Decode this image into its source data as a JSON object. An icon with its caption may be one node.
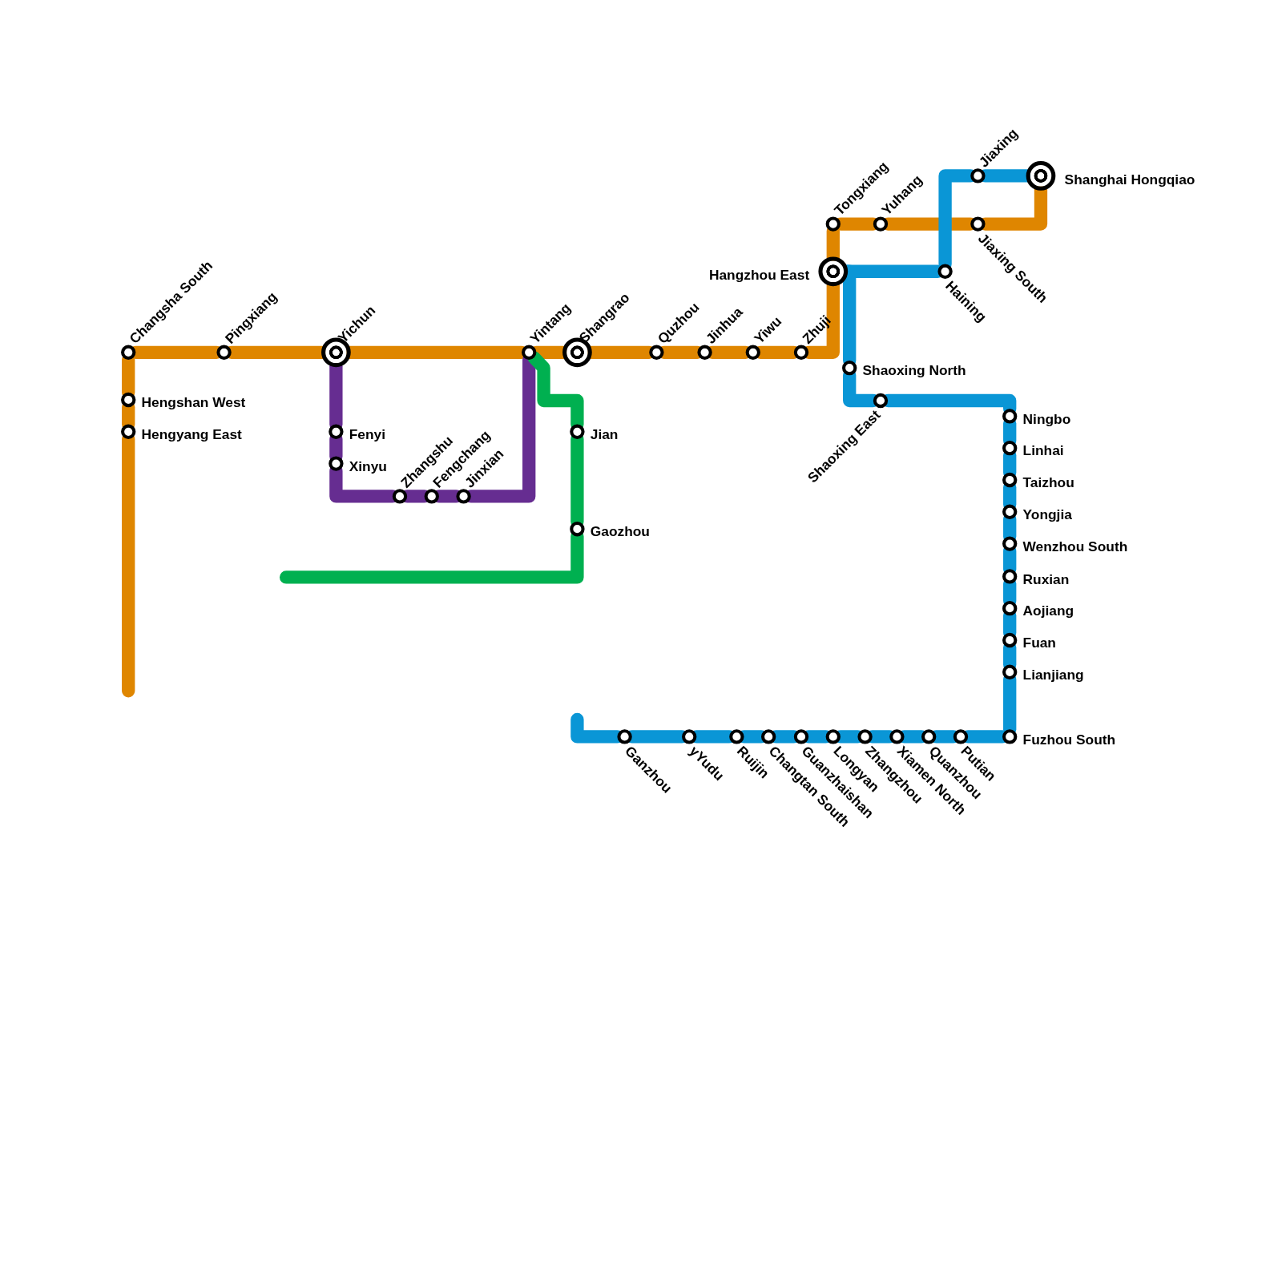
{
  "diagram": {
    "nodes": [
      {
        "text": [
          "Changsha South"
        ]
      },
      {
        "text": [
          "Hengshan West"
        ]
      },
      {
        "text": [
          "Hengyang East"
        ]
      },
      {
        "text": [
          "Pingxiang"
        ]
      },
      {
        "text": [
          "Yichun"
        ]
      },
      {
        "text": [
          "Fenyi"
        ]
      },
      {
        "text": [
          "Xinyu"
        ]
      },
      {
        "text": [
          "Zhangshu"
        ]
      },
      {
        "text": [
          "Fengchang"
        ]
      },
      {
        "text": [
          "Jinxian"
        ]
      },
      {
        "text": [
          "Yintang"
        ]
      },
      {
        "text": [
          "Shangrao"
        ]
      },
      {
        "text": [
          "Jian"
        ]
      },
      {
        "text": [
          "Gaozhou"
        ]
      },
      {
        "text": [
          "Quzhou"
        ]
      },
      {
        "text": [
          "Jinhua"
        ]
      },
      {
        "text": [
          "Yiwu"
        ]
      },
      {
        "text": [
          "Zhuji"
        ]
      },
      {
        "text": [
          "Hangzhou East"
        ]
      },
      {
        "text": [
          "Tongxiang"
        ]
      },
      {
        "text": [
          "Yuhang"
        ]
      },
      {
        "text": [
          "Jiaxing South"
        ]
      },
      {
        "text": [
          "Shanghai Hongqiao"
        ]
      },
      {
        "text": [
          "Shaoxing North"
        ]
      },
      {
        "text": [
          "Shaoxing East"
        ]
      },
      {
        "text": [
          "Haining"
        ]
      },
      {
        "text": [
          "Jiaxing"
        ]
      },
      {
        "text": [
          "Ningbo"
        ]
      },
      {
        "text": [
          "Linhai"
        ]
      },
      {
        "text": [
          "Taizhou"
        ]
      },
      {
        "text": [
          "Yongjia"
        ]
      },
      {
        "text": [
          "Wenzhou South"
        ]
      },
      {
        "text": [
          "Ruxian"
        ]
      },
      {
        "text": [
          "Aojiang"
        ]
      },
      {
        "text": [
          "Fuan"
        ]
      },
      {
        "text": [
          "Lianjiang"
        ]
      },
      {
        "text": [
          "Fuzhou South"
        ]
      },
      {
        "text": [
          "Ganzhou"
        ]
      },
      {
        "text": [
          "yYudu"
        ]
      },
      {
        "text": [
          "Ruijin"
        ]
      },
      {
        "text": [
          "Changtan South"
        ]
      },
      {
        "text": [
          "Guanzhaishan"
        ]
      },
      {
        "text": [
          "Longyan"
        ]
      },
      {
        "text": [
          "Zhangzhou"
        ]
      },
      {
        "text": [
          "Xiamen North"
        ]
      },
      {
        "text": [
          "Quanzhou"
        ]
      },
      {
        "text": [
          "Putian"
        ]
      }
    ],
    "edges": [
      {
        "from": null,
        "to": 2,
        "arrow": "none",
        "color": "#df8600"
      },
      {
        "from": 2,
        "to": 1,
        "arrow": "none",
        "color": "#df8600"
      },
      {
        "from": 1,
        "to": 0,
        "arrow": "none",
        "color": "#df8600"
      },
      {
        "from": 0,
        "to": 3,
        "arrow": "none",
        "color": "#df8600"
      },
      {
        "from": 3,
        "to": 4,
        "arrow": "none",
        "color": "#df8600"
      },
      {
        "from": 4,
        "to": 10,
        "arrow": "none",
        "color": "#df8600"
      },
      {
        "from": 10,
        "to": 11,
        "arrow": "none",
        "color": "#df8600"
      },
      {
        "from": 11,
        "to": 14,
        "arrow": "none",
        "color": "#df8600"
      },
      {
        "from": 14,
        "to": 15,
        "arrow": "none",
        "color": "#df8600"
      },
      {
        "from": 15,
        "to": 16,
        "arrow": "none",
        "color": "#df8600"
      },
      {
        "from": 16,
        "to": 17,
        "arrow": "none",
        "color": "#df8600"
      },
      {
        "from": 17,
        "to": 18,
        "arrow": "none",
        "color": "#df8600"
      },
      {
        "from": 18,
        "to": 19,
        "arrow": "none",
        "color": "#df8600"
      },
      {
        "from": 19,
        "to": 20,
        "arrow": "none",
        "color": "#df8600"
      },
      {
        "from": 20,
        "to": 21,
        "arrow": "none",
        "color": "#df8600"
      },
      {
        "from": 21,
        "to": 22,
        "arrow": "none",
        "color": "#df8600"
      },
      {
        "from": 4,
        "to": 5,
        "arrow": "none",
        "color": "#662d91"
      },
      {
        "from": 5,
        "to": 6,
        "arrow": "none",
        "color": "#662d91"
      },
      {
        "from": 6,
        "to": 7,
        "arrow": "none",
        "color": "#662d91"
      },
      {
        "from": 7,
        "to": 8,
        "arrow": "none",
        "color": "#662d91"
      },
      {
        "from": 8,
        "to": 9,
        "arrow": "none",
        "color": "#662d91"
      },
      {
        "from": 9,
        "to": 10,
        "arrow": "none",
        "color": "#662d91"
      },
      {
        "from": 10,
        "to": 12,
        "arrow": "none",
        "color": "#00b050"
      },
      {
        "from": 12,
        "to": 13,
        "arrow": "none",
        "color": "#00b050"
      },
      {
        "from": 13,
        "to": null,
        "arrow": "none",
        "color": "#00b050"
      },
      {
        "from": null,
        "to": 37,
        "arrow": "none",
        "color": "#0a96d6"
      },
      {
        "from": 37,
        "to": 38,
        "arrow": "none",
        "color": "#0a96d6"
      },
      {
        "from": 38,
        "to": 39,
        "arrow": "none",
        "color": "#0a96d6"
      },
      {
        "from": 39,
        "to": 40,
        "arrow": "none",
        "color": "#0a96d6"
      },
      {
        "from": 40,
        "to": 41,
        "arrow": "none",
        "color": "#0a96d6"
      },
      {
        "from": 41,
        "to": 42,
        "arrow": "none",
        "color": "#0a96d6"
      },
      {
        "from": 42,
        "to": 43,
        "arrow": "none",
        "color": "#0a96d6"
      },
      {
        "from": 43,
        "to": 44,
        "arrow": "none",
        "color": "#0a96d6"
      },
      {
        "from": 44,
        "to": 45,
        "arrow": "none",
        "color": "#0a96d6"
      },
      {
        "from": 45,
        "to": 46,
        "arrow": "none",
        "color": "#0a96d6"
      },
      {
        "from": 46,
        "to": 36,
        "arrow": "none",
        "color": "#0a96d6"
      },
      {
        "from": 36,
        "to": 35,
        "arrow": "none",
        "color": "#0a96d6"
      },
      {
        "from": 35,
        "to": 34,
        "arrow": "none",
        "color": "#0a96d6"
      },
      {
        "from": 34,
        "to": 33,
        "arrow": "none",
        "color": "#0a96d6"
      },
      {
        "from": 33,
        "to": 32,
        "arrow": "none",
        "color": "#0a96d6"
      },
      {
        "from": 32,
        "to": 31,
        "arrow": "none",
        "color": "#0a96d6"
      },
      {
        "from": 31,
        "to": 30,
        "arrow": "none",
        "color": "#0a96d6"
      },
      {
        "from": 30,
        "to": 29,
        "arrow": "none",
        "color": "#0a96d6"
      },
      {
        "from": 29,
        "to": 28,
        "arrow": "none",
        "color": "#0a96d6"
      },
      {
        "from": 28,
        "to": 27,
        "arrow": "none",
        "color": "#0a96d6"
      },
      {
        "from": 27,
        "to": 24,
        "arrow": "none",
        "color": "#0a96d6"
      },
      {
        "from": 24,
        "to": 23,
        "arrow": "none",
        "color": "#0a96d6"
      },
      {
        "from": 23,
        "to": 18,
        "arrow": "none",
        "color": "#0a96d6"
      },
      {
        "from": 18,
        "to": 25,
        "arrow": "none",
        "color": "#0a96d6"
      },
      {
        "from": 25,
        "to": 26,
        "arrow": "none",
        "color": "#0a96d6"
      },
      {
        "from": 26,
        "to": 22,
        "arrow": "none",
        "color": "#0a96d6"
      }
    ]
  }
}
